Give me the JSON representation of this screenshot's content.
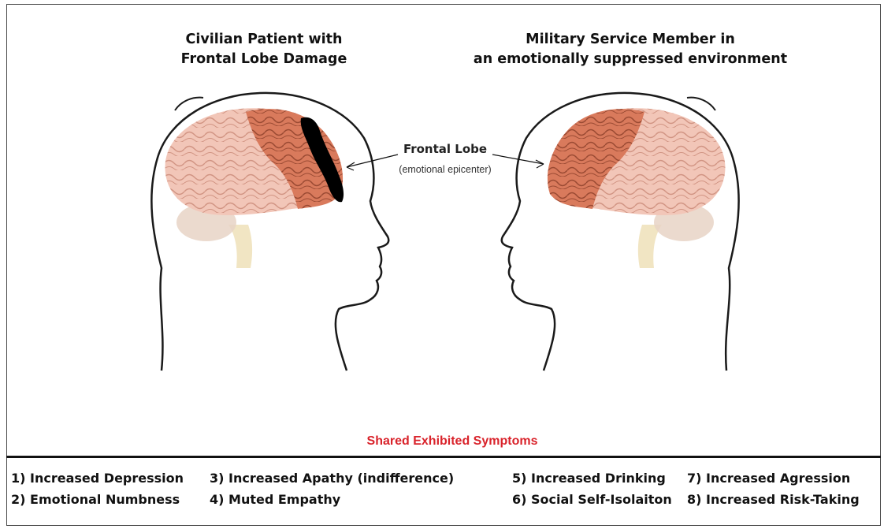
{
  "titles": {
    "left": [
      "Civilian Patient with",
      "Frontal Lobe Damage"
    ],
    "right": [
      "Military Service Member in",
      "an emotionally suppressed environment"
    ]
  },
  "frontal_lobe": {
    "label": "Frontal Lobe",
    "sublabel": "(emotional epicenter)"
  },
  "shared_title": "Shared Exhibited Symptoms",
  "symptoms": [
    "1) Increased Depression",
    "2) Emotional Numbness",
    "3) Increased Apathy (indifference)",
    "4) Muted Empathy",
    "5) Increased Drinking",
    "6) Social Self-Isolaiton",
    "7) Increased Agression",
    "8) Increased Risk-Taking"
  ],
  "colors": {
    "shared_title": "#d9232b",
    "brain_faded": "#f0c2b4",
    "frontal_lobe": "#d97a5c",
    "damage": "#000000"
  }
}
